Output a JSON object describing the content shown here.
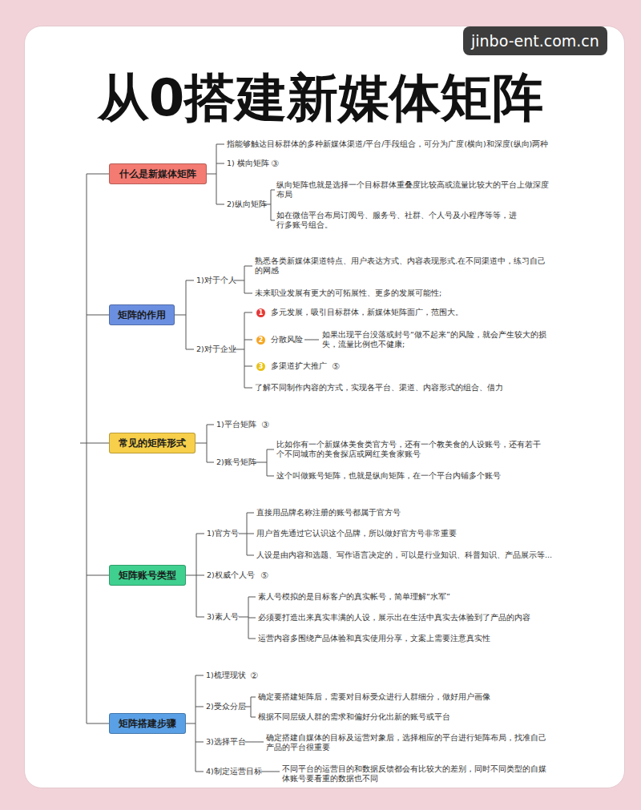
{
  "diagram": {
    "title": "从0搭建新媒体矩阵",
    "nodes": [
      {
        "text": [
          "什么是新媒体矩阵"
        ]
      },
      {
        "text": [
          "矩阵的作用"
        ]
      },
      {
        "text": [
          "常见的矩阵形式"
        ]
      },
      {
        "text": [
          "矩阵账号类型"
        ]
      },
      {
        "text": [
          "矩阵搭建步骤"
        ]
      }
    ],
    "labels": [
      "jinbo-ent.com.cn",
      "指能够触达目标群体的多种新媒体渠道/平台/手段组合，可分为广度(横向)和深度(纵向)两种",
      "1) 横向矩阵",
      "③",
      "2)纵向矩阵",
      "纵向矩阵也就是选择一个目标群体重叠度比较高或流量比较大的平台上做深度布局",
      "如在微信平台布局订阅号、服务号、社群、个人号及小程序等等，进行多账号组合。",
      "1)对于个人",
      "熟悉各类新媒体渠道特点、用户表达方式、内容表现形式.在不同渠道中，练习自己的网感",
      "未来职业发展有更大的可拓展性、更多的发展可能性;",
      "2)对于企业",
      "1",
      "多元发展，吸引目标群体，新媒体矩阵面广，范围大。",
      "2",
      "分散风险",
      "如果出现平台没落或封号“做不起来”的风险，就会产生较大的损失，流量比例也不健康;",
      "3",
      "多渠道扩大推广",
      "⑤",
      "了解不同制作内容的方式，实现各平台、渠道、内容形式的组合、借力",
      "1)平台矩阵",
      "③",
      "2)账号矩阵",
      "比如你有一个新媒体美食类官方号，还有一个教美食的人设账号，还有若干个不同城市的美食探店或网红美食家账号",
      "这个叫做账号矩阵，也就是纵向矩阵，在一个平台内铺多个账号",
      "1)官方号",
      "直接用品牌名称注册的账号都属于官方号",
      "用户首先通过它认识这个品牌，所以做好官方号非常重要",
      "人设是由内容和选题、写作语言决定的，可以是行业知识、科普知识、产品展示等...",
      "2)权威个人号",
      "⑤",
      "3)素人号",
      "素人号模拟的是目标客户的真实帐号，简单理解“水军”",
      "必须要打造出来真实丰满的人设，展示出在生活中真实去体验到了产品的内容",
      "运营内容多围绕产品体验和真实使用分享，文案上需要注意真实性",
      "1)梳理现状",
      "②",
      "2)受众分层",
      "确定要搭建矩阵后，需要对目标受众进行人群细分，做好用户画像",
      "根据不同层级人群的需求和偏好分化出新的账号或平台",
      "3)选择平台",
      "确定搭建自媒体的目标及运营对象后，选择相应的平台进行矩阵布局，找准自己产品的平台很重要",
      "4)制定运营目标",
      "不同平台的运营目的和数据反馈都会有比较大的差别，同时不同类型的自媒体账号要看重的数据也不同"
    ]
  }
}
